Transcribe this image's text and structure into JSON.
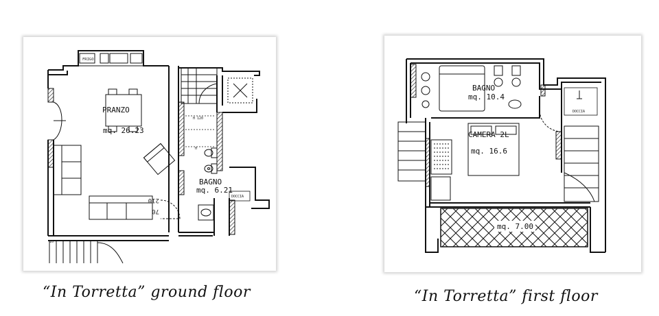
{
  "plans": {
    "ground": {
      "caption": "“In Torretta” ground floor",
      "rooms": {
        "pranzo": {
          "name": "PRANZO",
          "area": "mq. 26.23"
        },
        "bagno": {
          "name": "BAGNO",
          "area": "mq. 6.21"
        }
      },
      "small_labels": {
        "frigo": "FRIGO",
        "doccia": "DOCCIA",
        "d210": "210",
        "d70": "70",
        "h120": "H 120",
        "h": "H",
        "n16": "16"
      }
    },
    "first": {
      "caption": "“In Torretta” first floor",
      "rooms": {
        "bagno": {
          "name": "BAGNO",
          "area": "mq. 10.4"
        },
        "camera": {
          "name": "CAMERA 2L",
          "area": "mq. 16.6"
        },
        "terrace": {
          "area": "mq. 7.00"
        }
      },
      "small_labels": {
        "doccia": "DOCCIA"
      }
    }
  }
}
